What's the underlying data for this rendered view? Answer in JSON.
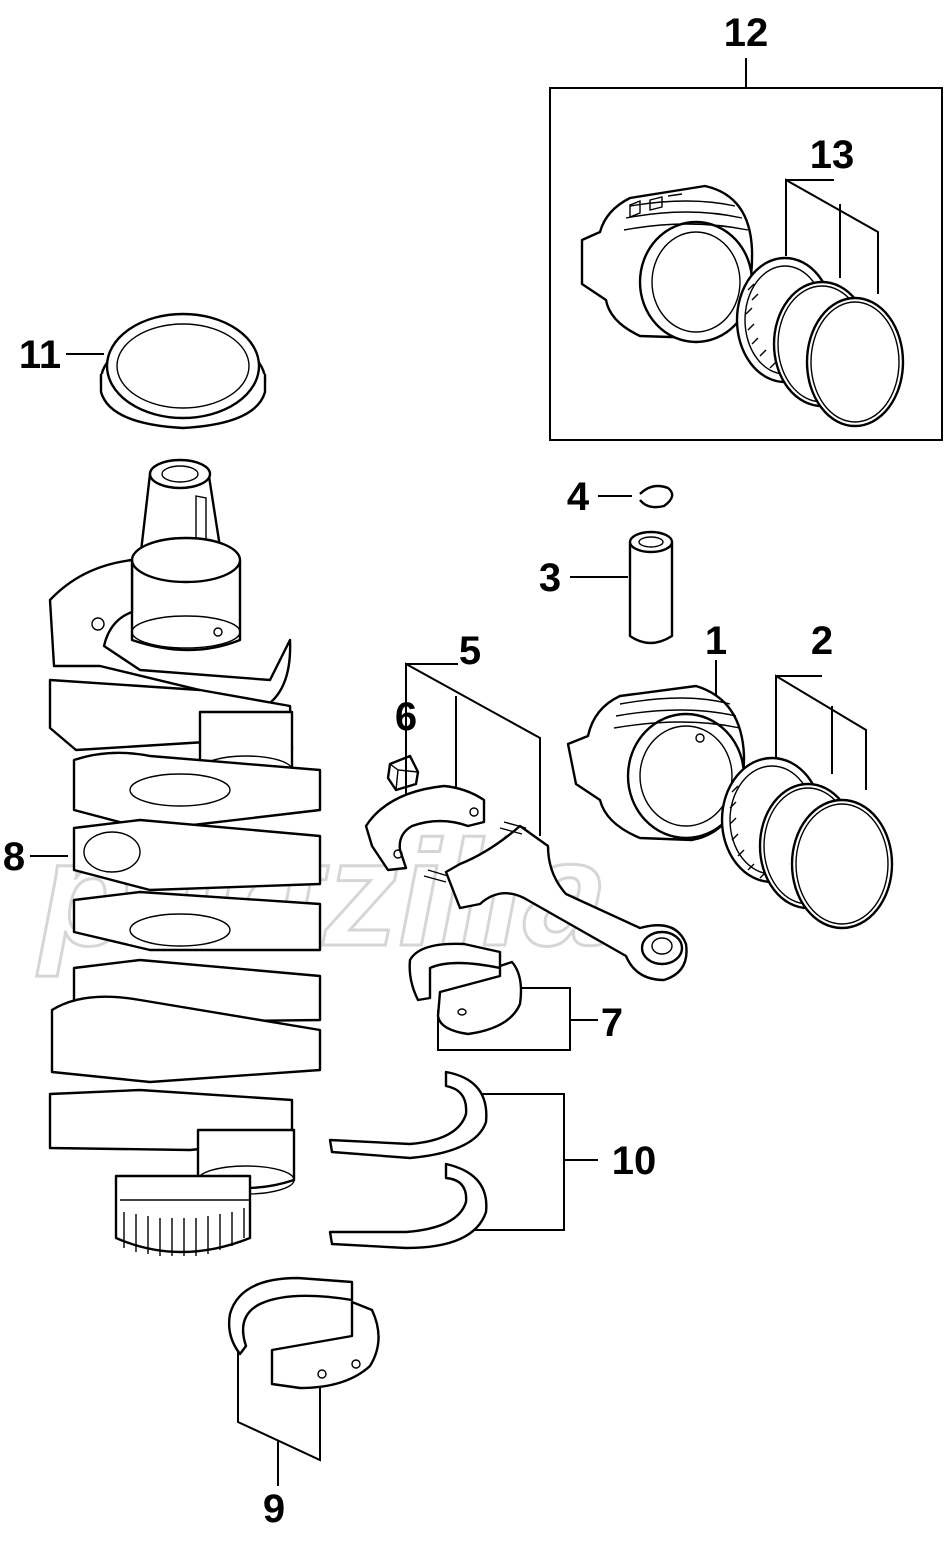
{
  "callouts": {
    "c1": "1",
    "c2": "2",
    "c3": "3",
    "c4": "4",
    "c5": "5",
    "c6": "6",
    "c7": "7",
    "c8": "8",
    "c9": "9",
    "c10": "10",
    "c11": "11",
    "c12": "12",
    "c13": "13"
  },
  "watermark": "partzilla",
  "colors": {
    "line": "#000000",
    "background": "#ffffff",
    "watermark": "#d6d6d6"
  }
}
